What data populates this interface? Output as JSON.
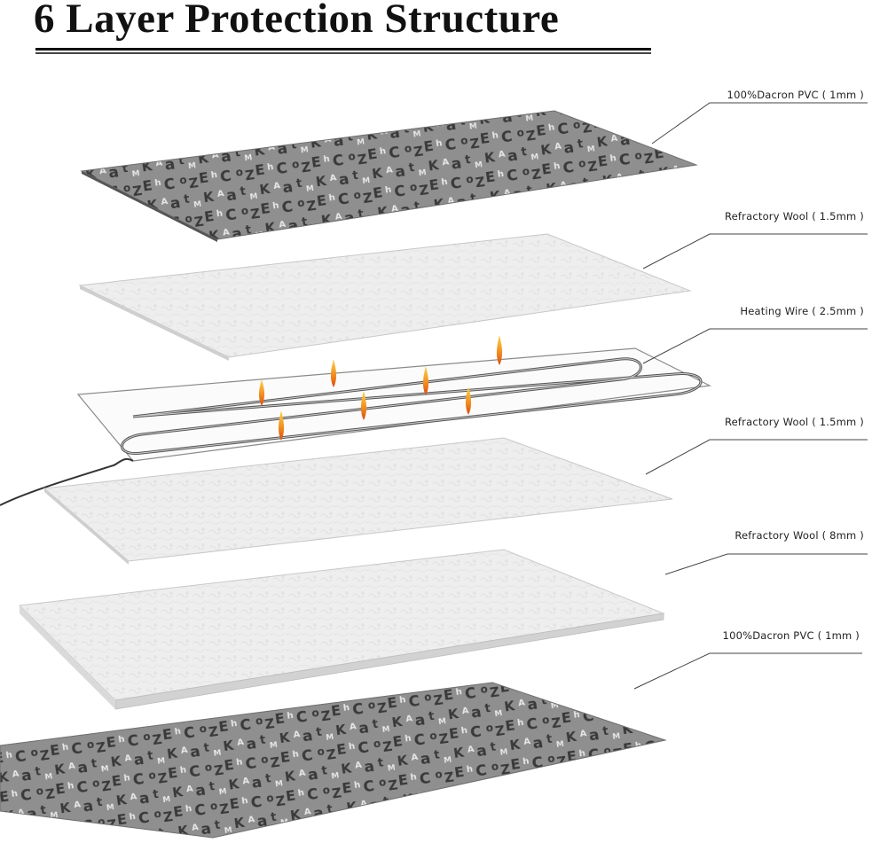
{
  "title": "6 Layer Protection Structure",
  "layers": [
    {
      "label": "100%Dacron PVC ( 1mm )",
      "kind": "pattern"
    },
    {
      "label": "Refractory Wool ( 1.5mm )",
      "kind": "wool"
    },
    {
      "label": "Heating Wire ( 2.5mm )",
      "kind": "wire"
    },
    {
      "label": "Refractory Wool ( 1.5mm )",
      "kind": "wool"
    },
    {
      "label": "Refractory Wool ( 8mm )",
      "kind": "wool"
    },
    {
      "label": "100%Dacron PVC ( 1mm )",
      "kind": "pattern"
    }
  ],
  "colors": {
    "pattern_fill": "#8c8c8c",
    "wool_fill": "#ececec",
    "wire_stroke": "#555555",
    "flame": "#f08a1e"
  }
}
